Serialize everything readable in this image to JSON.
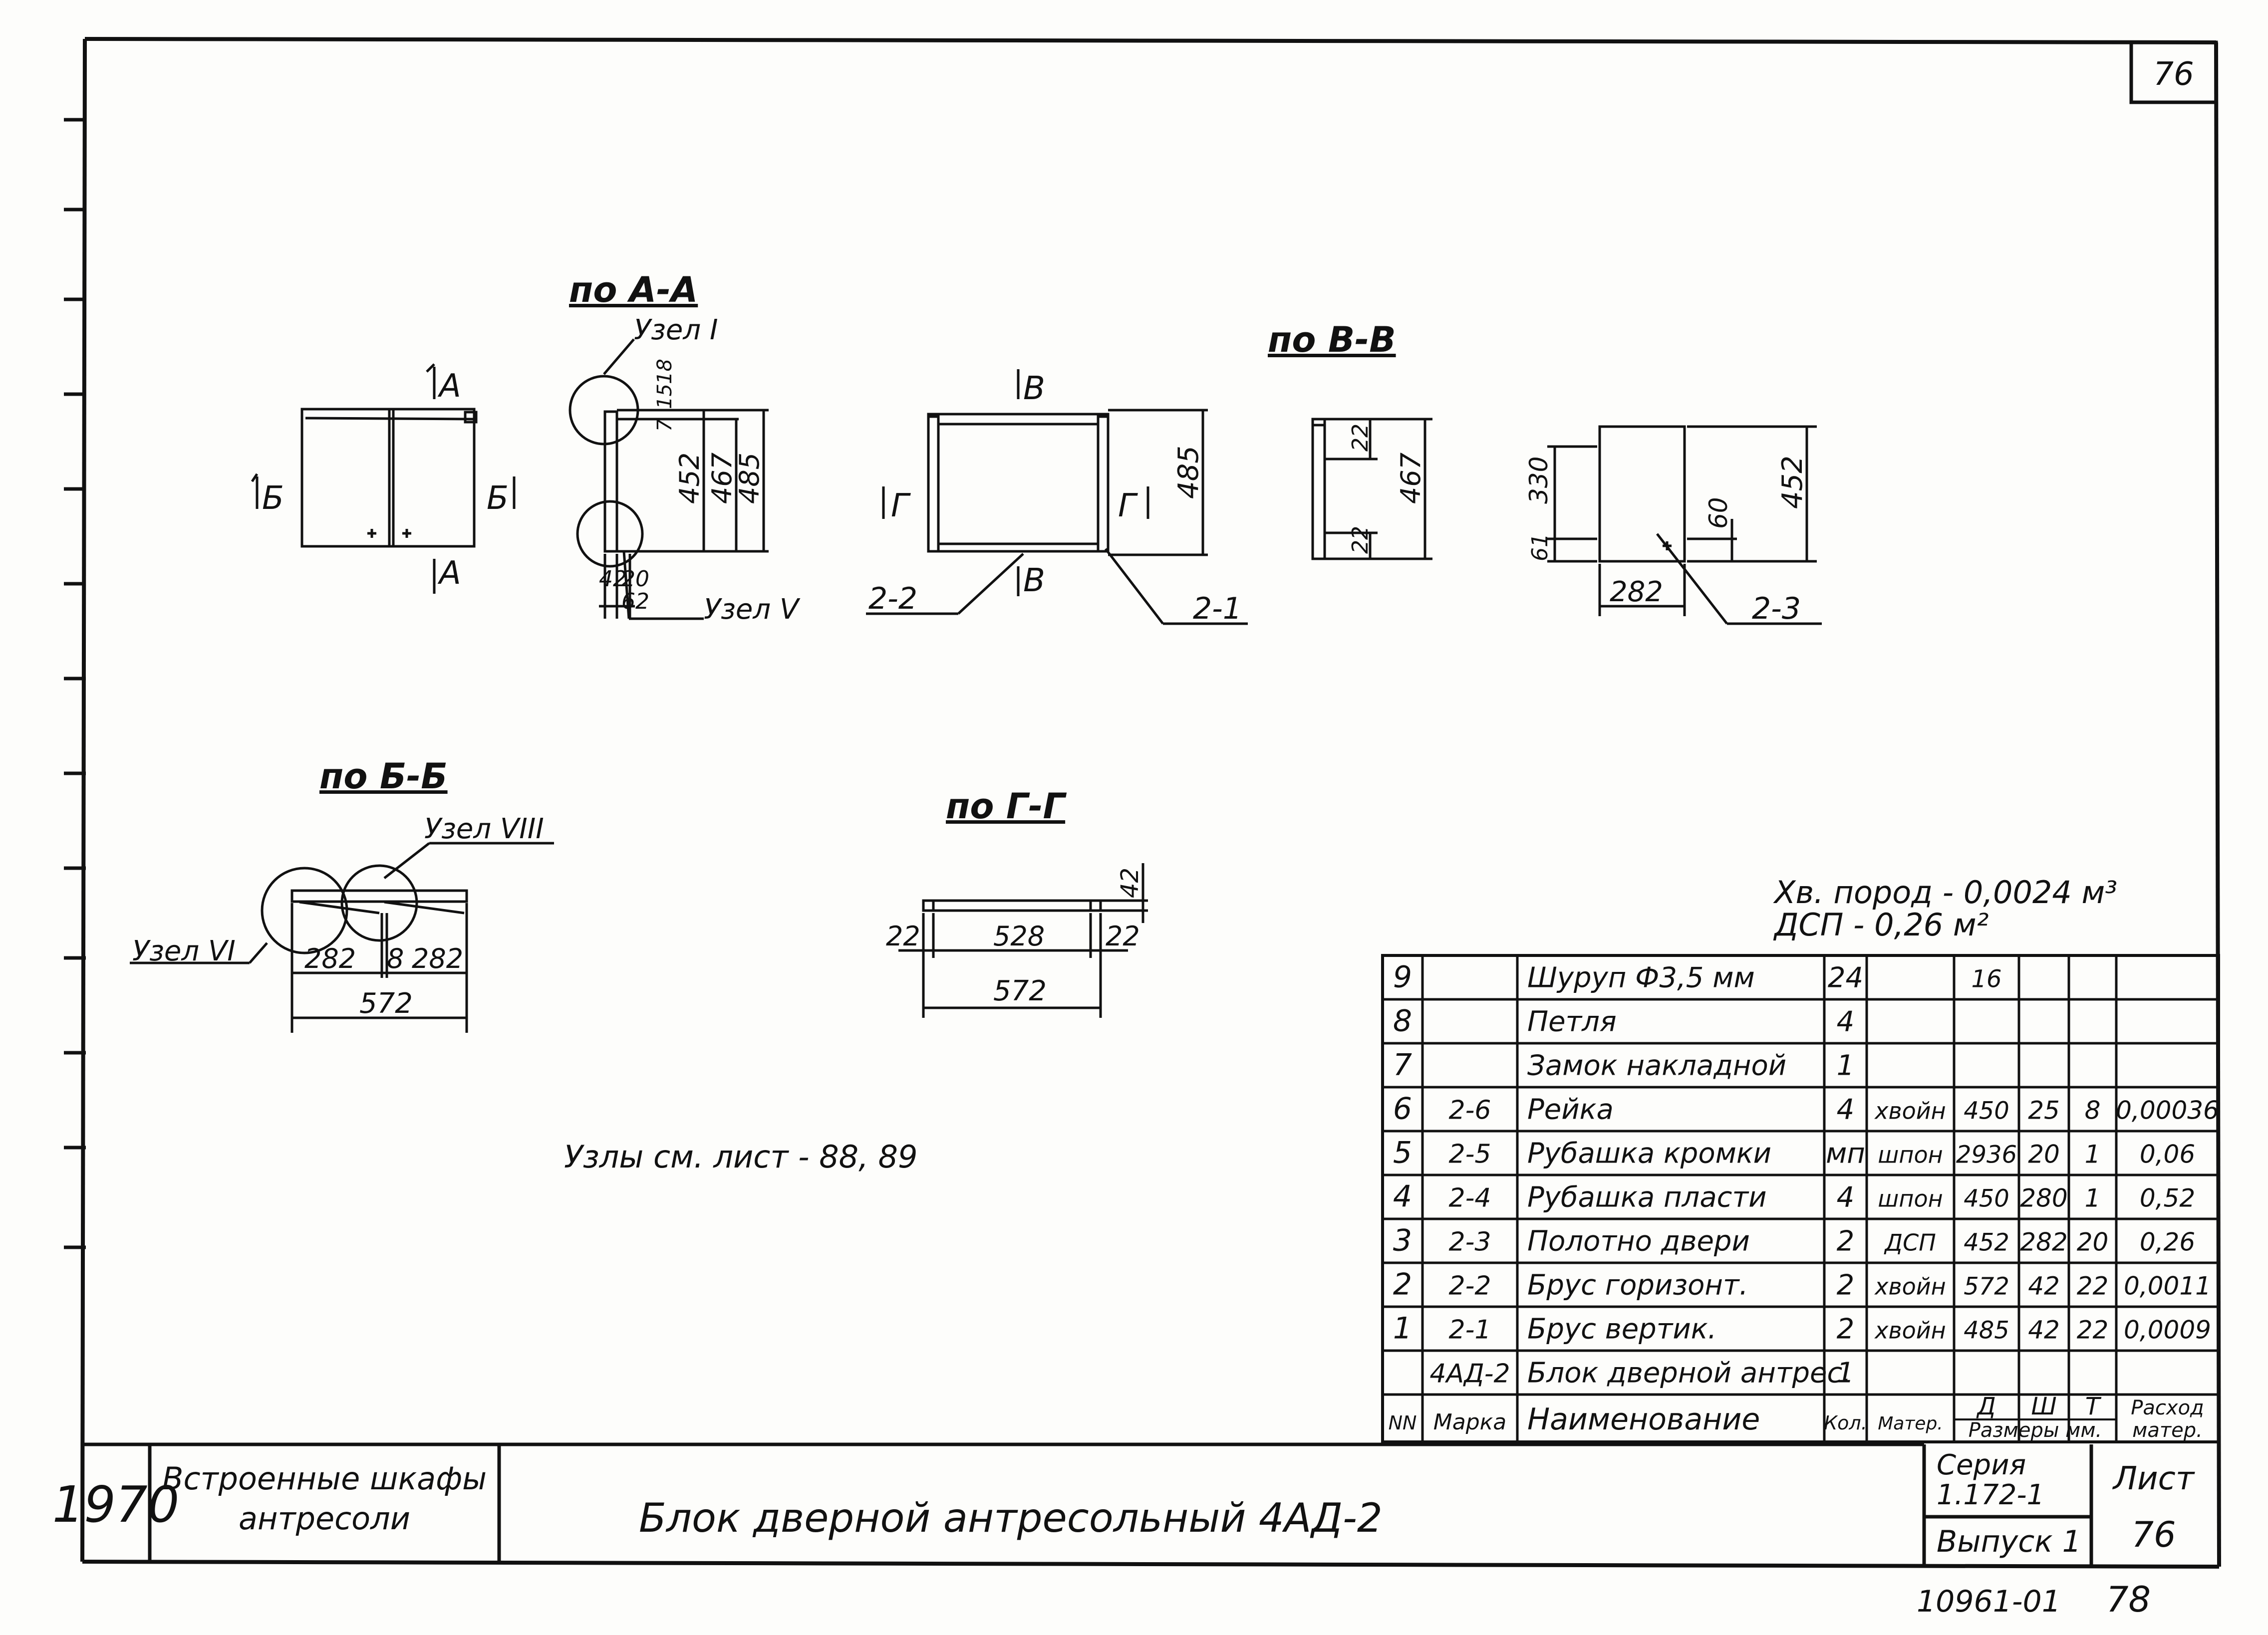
{
  "sheet": {
    "top_number": "76"
  },
  "labels": {
    "mark_a": "А",
    "mark_b": "Б",
    "mark_v": "В",
    "mark_g": "Г"
  },
  "sections": {
    "a_a": {
      "title": "по А-А",
      "node_top": "Узел I",
      "node_bottom": "Узел V",
      "dims": {
        "d18": "18",
        "d15": "15",
        "d7": "7",
        "d452": "452",
        "d467": "467",
        "d485": "485",
        "d42": "42",
        "d20": "20",
        "d62": "62"
      }
    },
    "v_v": {
      "title": "по В-В",
      "dims": {
        "d22a": "22",
        "d22b": "22",
        "d467": "467"
      }
    },
    "b_b": {
      "title": "по Б-Б",
      "node_right": "Узел VIII",
      "node_left": "Узел VI",
      "dims": {
        "d282a": "282",
        "d8": "8",
        "d282b": "282",
        "d572": "572"
      }
    },
    "g_g": {
      "title": "по Г-Г",
      "dims": {
        "d42": "42",
        "d22a": "22",
        "d528": "528",
        "d22b": "22",
        "d572": "572"
      }
    }
  },
  "frame": {
    "dim_485": "485",
    "callout_left": "2-2",
    "callout_right": "2-1"
  },
  "panel": {
    "dim_330": "330",
    "dim_61": "61",
    "dim_60": "60",
    "dim_452": "452",
    "dim_282": "282",
    "callout": "2-3"
  },
  "notes": {
    "nodes_ref": "Узлы  см.  лист - 88, 89",
    "wood": "Хв. пород - 0,0024 м³",
    "chipboard": "ДСП - 0,26 м²"
  },
  "spec_table": {
    "rows": [
      [
        "9",
        "",
        "Шуруп Ф3,5 мм",
        "24",
        "",
        "16",
        "",
        "",
        ""
      ],
      [
        "8",
        "",
        "Петля",
        "4",
        "",
        "",
        "",
        "",
        ""
      ],
      [
        "7",
        "",
        "Замок накладной",
        "1",
        "",
        "",
        "",
        "",
        ""
      ],
      [
        "6",
        "2-6",
        "Рейка",
        "4",
        "хвойн",
        "450",
        "25",
        "8",
        "0,00036"
      ],
      [
        "5",
        "2-5",
        "Рубашка кромки",
        "мп",
        "шпон",
        "2936",
        "20",
        "1",
        "0,06"
      ],
      [
        "4",
        "2-4",
        "Рубашка пласти",
        "4",
        "шпон",
        "450",
        "280",
        "1",
        "0,52"
      ],
      [
        "3",
        "2-3",
        "Полотно двери",
        "2",
        "ДСП",
        "452",
        "282",
        "20",
        "0,26"
      ],
      [
        "2",
        "2-2",
        "Брус горизонт.",
        "2",
        "хвойн",
        "572",
        "42",
        "22",
        "0,0011"
      ],
      [
        "1",
        "2-1",
        "Брус вертик.",
        "2",
        "хвойн",
        "485",
        "42",
        "22",
        "0,0009"
      ],
      [
        "",
        "4АД-2",
        "Блок дверной антрес.",
        "1",
        "",
        "",
        "",
        "",
        ""
      ]
    ],
    "header": {
      "num": "NN",
      "mark": "Марка",
      "name": "Наименование",
      "qty": "Кол.",
      "material": "Матер.",
      "d": "Д",
      "sh": "Ш",
      "t": "Т",
      "sizes": "Размеры мм.",
      "usage_1": "Расход",
      "usage_2": "матер."
    }
  },
  "title_block": {
    "year": "1970",
    "series_name_1": "Встроенные шкафы",
    "series_name_2": "антресоли",
    "title": "Блок дверной антресольный 4АД-2",
    "series_label": "Серия",
    "series_number": "1.172-1",
    "issue": "Выпуск 1",
    "sheet_label": "Лист",
    "sheet_number": "76"
  },
  "footer": {
    "archive_number": "10961-01",
    "page_number": "78"
  }
}
